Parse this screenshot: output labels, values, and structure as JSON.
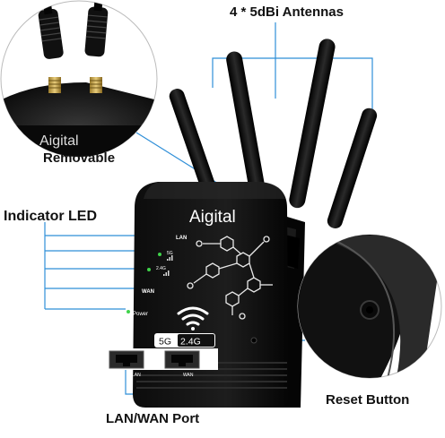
{
  "callouts": {
    "antennas": "4 * 5dBi Antennas",
    "removable": "Removable",
    "indicator_led": "Indicator LED",
    "reset_button": "Reset Button",
    "lan_wan_port": "LAN/WAN Port"
  },
  "device": {
    "brand": "Aigital",
    "led_labels": [
      "LAN",
      "5G",
      "2.4G",
      "WAN",
      "Power"
    ],
    "band_5g": "5G",
    "band_24g": "2.4G",
    "port_left_label": "LAN",
    "port_right_label": "WAN"
  },
  "colors": {
    "led_green": "#3fd34a",
    "callout_line": "#2f8fd8",
    "device_body": "#141414"
  }
}
